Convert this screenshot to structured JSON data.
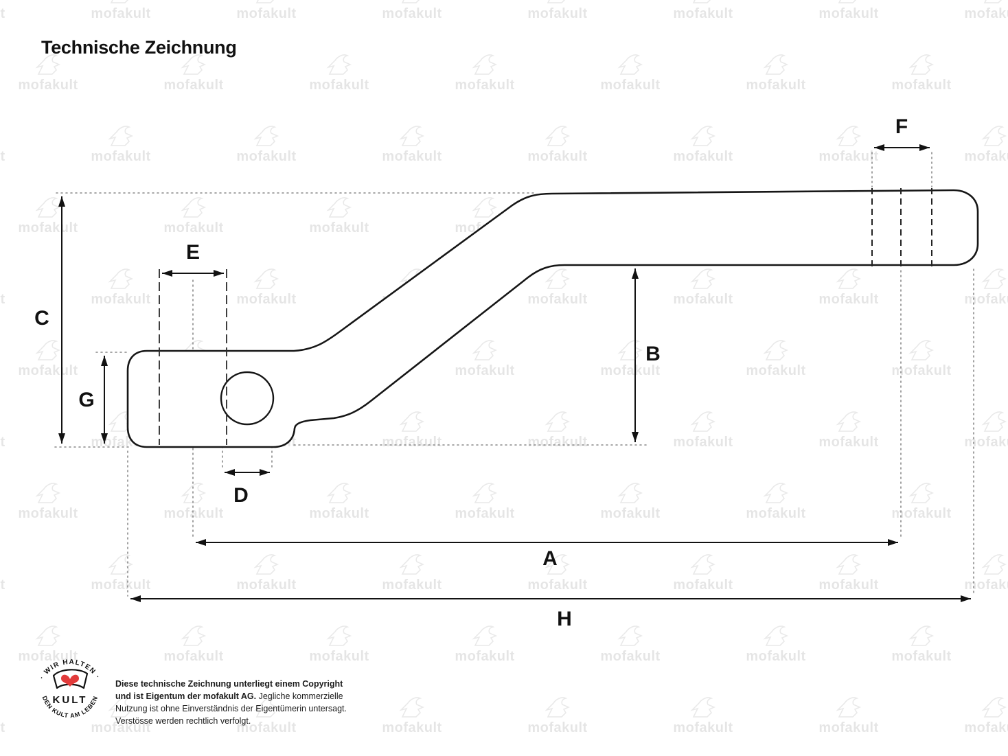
{
  "title": "Technische Zeichnung",
  "watermark": {
    "text": "mofakult"
  },
  "drawing": {
    "type": "technical-drawing-kickstart-lever",
    "dimension_labels": {
      "A": "A",
      "B": "B",
      "C": "C",
      "D": "D",
      "E": "E",
      "F": "F",
      "G": "G",
      "H": "H"
    }
  },
  "footer": {
    "logo": {
      "top_text": "· WIR HALTEN ·",
      "center_text": "KULT",
      "bottom_text": "DEN KULT AM LEBEN"
    },
    "copyright": {
      "bold": "Diese technische Zeichnung unterliegt einem Copyright und ist Eigentum der mofakult AG.",
      "normal": "Jegliche kommerzielle Nutzung ist ohne Einverständnis der Eigentümerin untersagt. Verstösse werden rechtlich verfolgt."
    }
  }
}
